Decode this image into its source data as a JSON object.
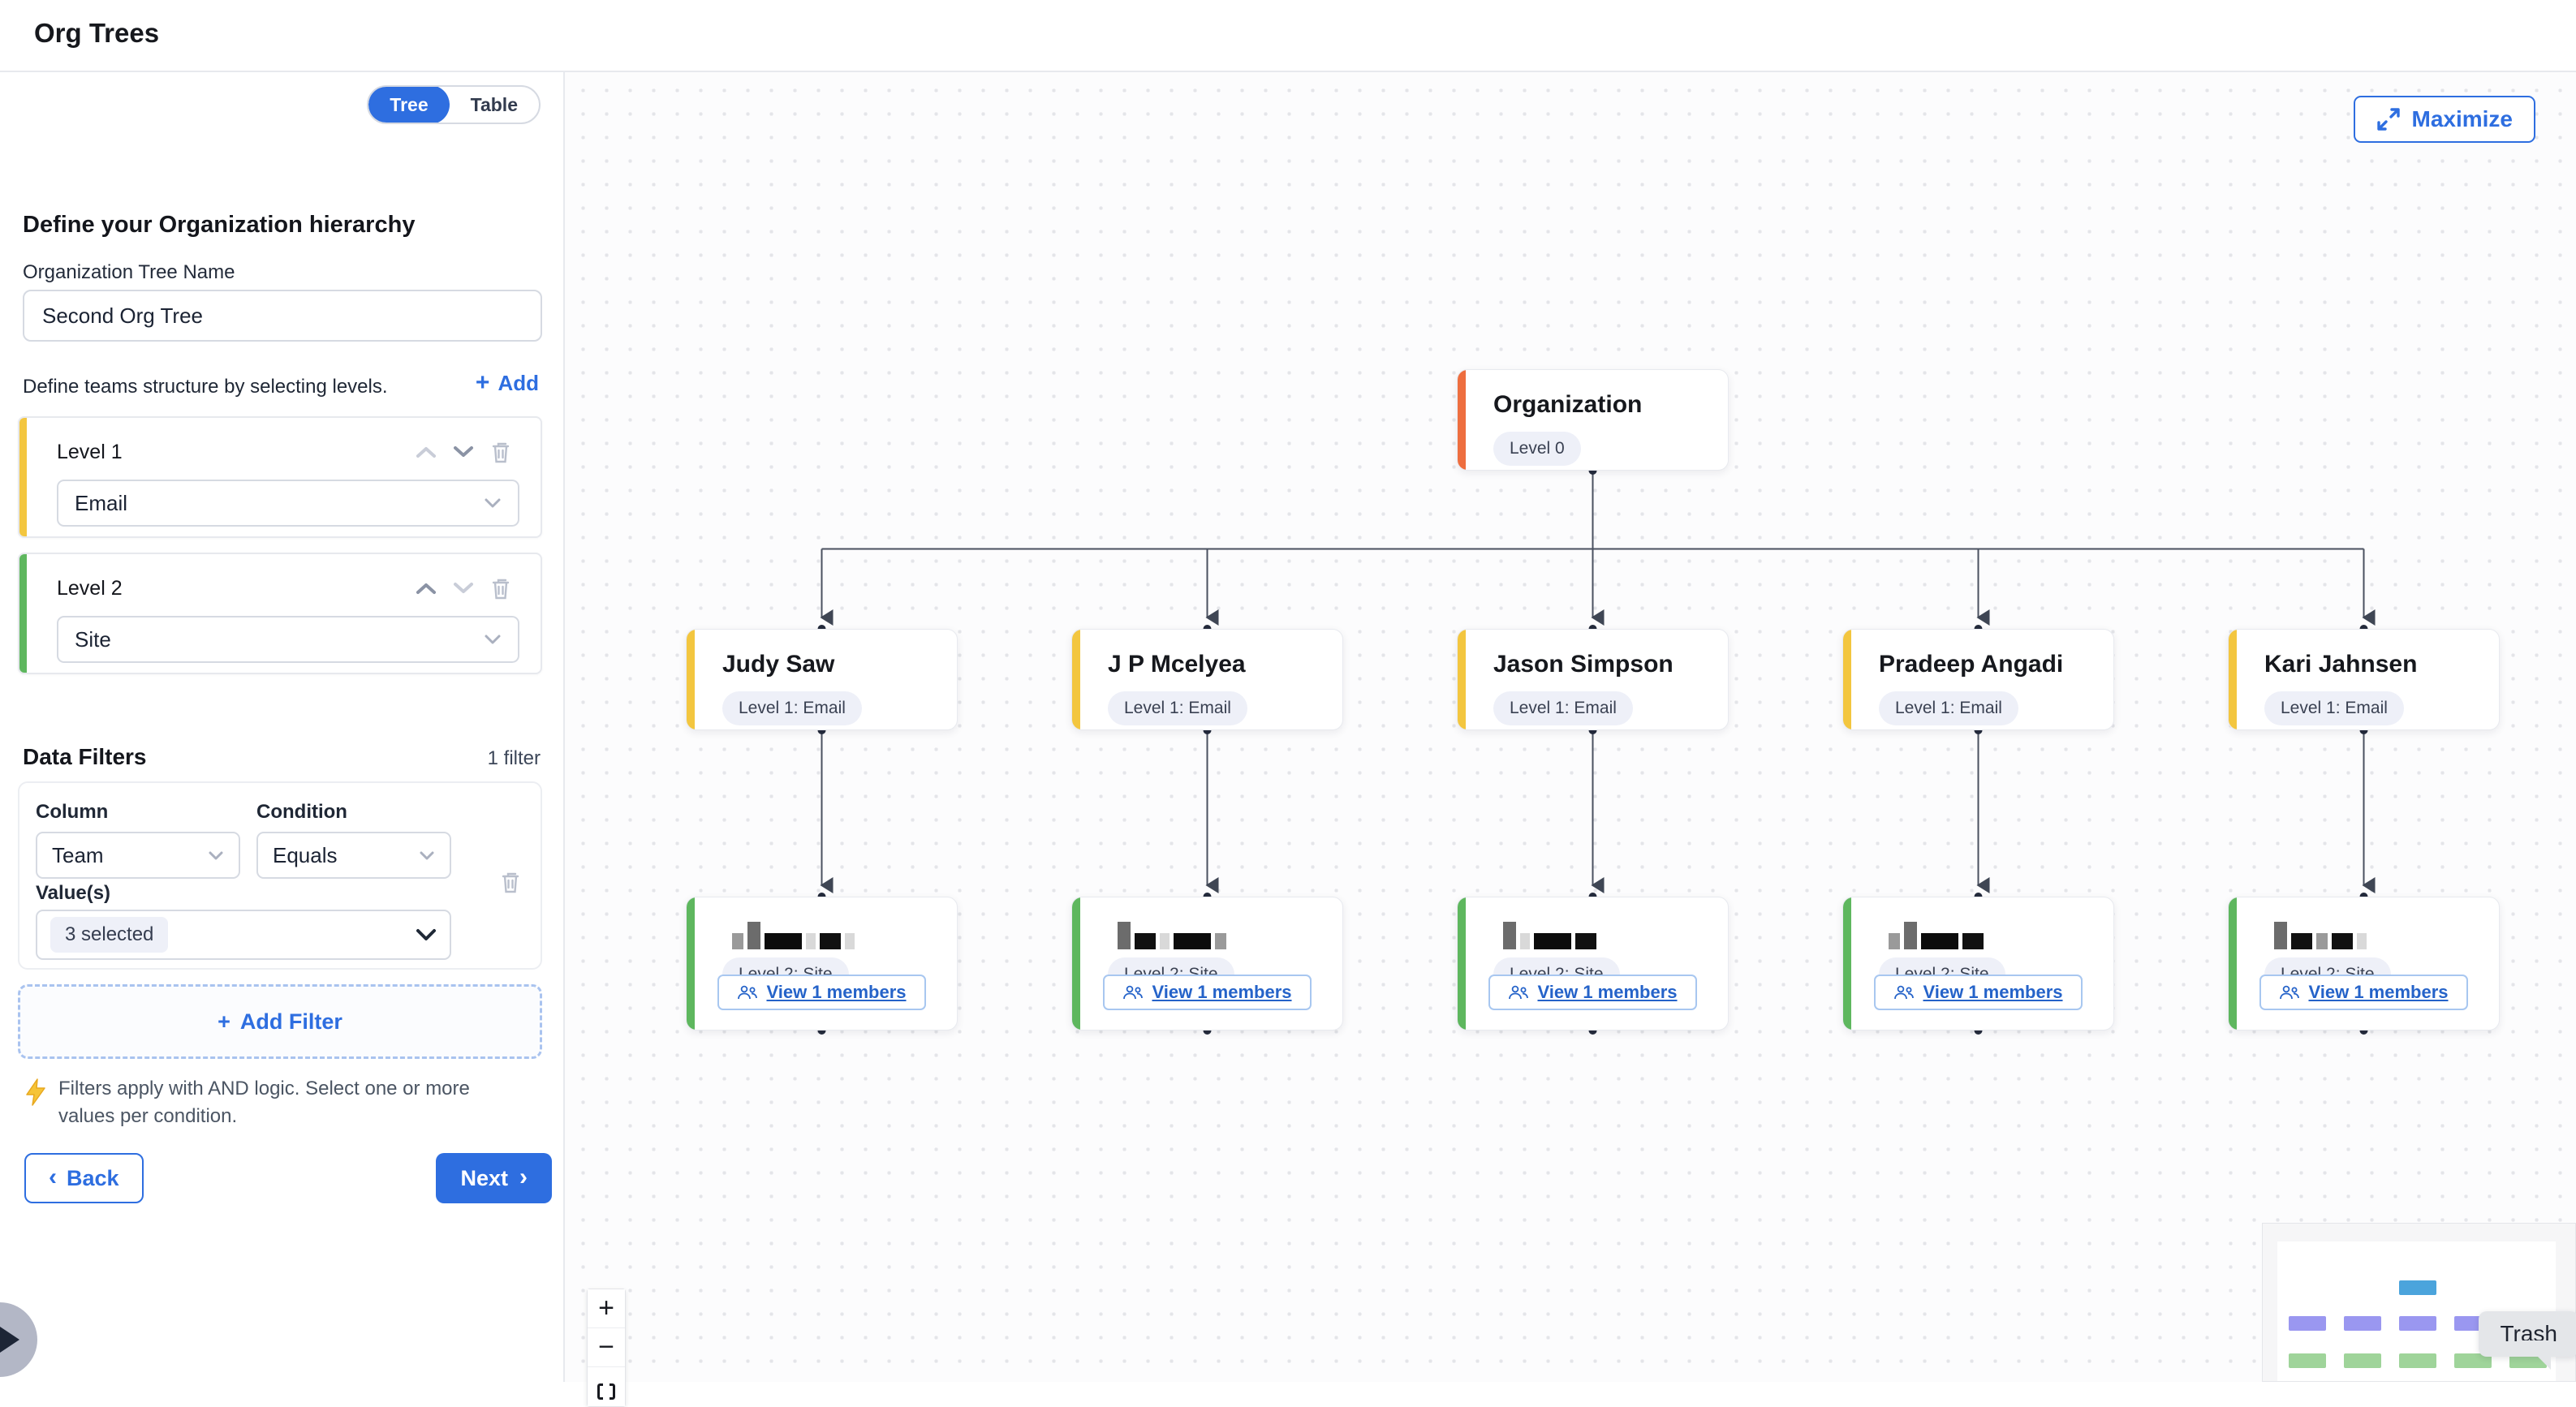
{
  "header": {
    "title": "Org Trees"
  },
  "sidebar": {
    "view_toggle": {
      "tree_label": "Tree",
      "table_label": "Table",
      "active": "Tree"
    },
    "heading": "Define your Organization hierarchy",
    "tree_name": {
      "label": "Organization Tree Name",
      "value": "Second Org Tree"
    },
    "levels_section": {
      "hint": "Define teams structure by selecting levels.",
      "add_label": "Add"
    },
    "levels": [
      {
        "label": "Level 1",
        "value": "Email",
        "accent": "#f3c63f"
      },
      {
        "label": "Level 2",
        "value": "Site",
        "accent": "#5eb75e"
      }
    ],
    "filters_section": {
      "title": "Data Filters",
      "count_label": "1 filter",
      "column_label": "Column",
      "condition_label": "Condition",
      "values_label": "Value(s)",
      "filter": {
        "column": "Team",
        "condition": "Equals",
        "values": "3 selected"
      },
      "add_filter_label": "Add Filter",
      "note": "Filters apply with AND logic. Select one or more values per condition."
    },
    "footer": {
      "back_label": "Back",
      "next_label": "Next"
    }
  },
  "canvas": {
    "maximize_label": "Maximize",
    "tree": {
      "root": {
        "title": "Organization",
        "badge": "Level 0",
        "accent": "#ee6e3f"
      },
      "level1": [
        {
          "title": "Judy Saw",
          "badge": "Level 1: Email"
        },
        {
          "title": "J P Mcelyea",
          "badge": "Level 1: Email"
        },
        {
          "title": "Jason Simpson",
          "badge": "Level 1: Email"
        },
        {
          "title": "Pradeep Angadi",
          "badge": "Level 1: Email"
        },
        {
          "title": "Kari Jahnsen",
          "badge": "Level 1: Email"
        }
      ],
      "level2": [
        {
          "badge": "Level 2: Site",
          "button_label": "View 1 members",
          "name_redacted": true
        },
        {
          "badge": "Level 2: Site",
          "button_label": "View 1 members",
          "name_redacted": true
        },
        {
          "badge": "Level 2: Site",
          "button_label": "View 1 members",
          "name_redacted": true
        },
        {
          "badge": "Level 2: Site",
          "button_label": "View 1 members",
          "name_redacted": true
        },
        {
          "badge": "Level 2: Site",
          "button_label": "View 1 members",
          "name_redacted": true
        }
      ]
    },
    "zoom_controls": {
      "zoom_in": "+",
      "zoom_out": "−"
    },
    "trash_tooltip": "Trash",
    "colors": {
      "accent_blue": "#2e6ee0",
      "level1_yellow": "#f3c63f",
      "level2_green": "#5eb75e",
      "root_orange": "#ee6e3f",
      "minimap_root": "#4ba4dc",
      "minimap_level1": "#9a97f0",
      "minimap_level2": "#9fd49a"
    },
    "icons": {
      "add": "plus-icon",
      "delete": "trash-icon",
      "move_up": "chevron-up-icon",
      "move_down": "chevron-down-icon",
      "maximize": "expand-icon",
      "members": "people-icon",
      "note": "lightning-icon",
      "fit_view": "fit-view-icon"
    }
  }
}
